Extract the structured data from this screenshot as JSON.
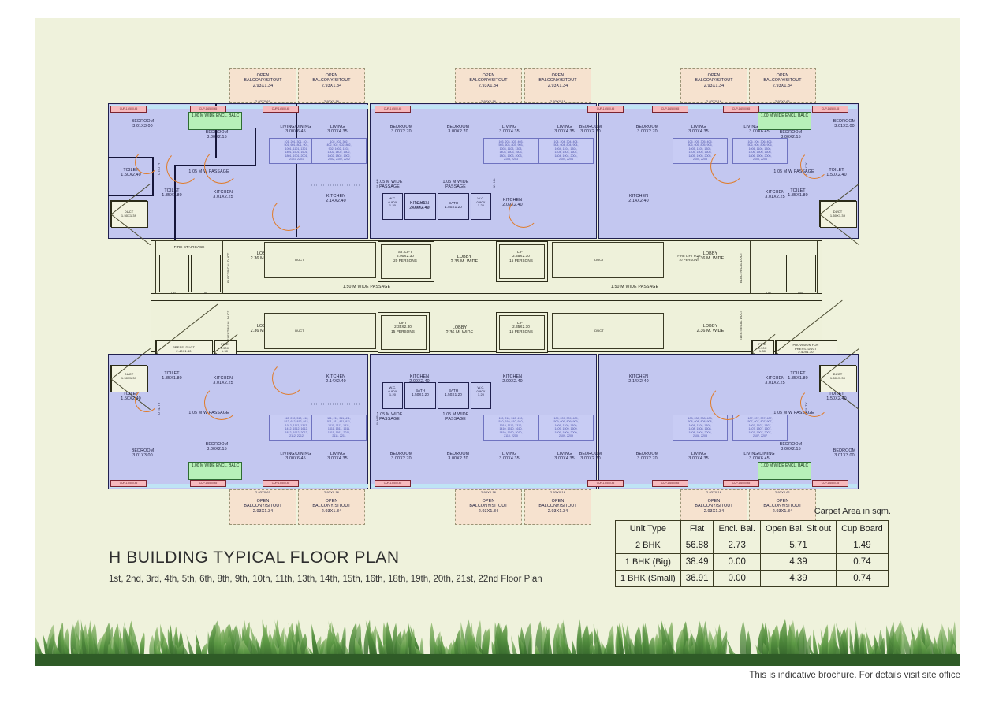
{
  "title": "H BUILDING TYPICAL FLOOR PLAN",
  "subtitle": "1st, 2nd, 3rd, 4th, 5th, 6th, 8th, 9th, 10th, 11th, 13th, 14th, 15th, 16th,\n18th, 19th, 20th, 21st, 22nd Floor Plan",
  "footer_note": "This is indicative brochure. For details visit site office",
  "colors": {
    "page_background": "#eff2dc",
    "flat_fill": "#c3c7f0",
    "core_fill": "#eef1da",
    "balcony_fill": "#f6e2cf",
    "cupboard_badge": "#f7b9bd",
    "enclosed_balcony_badge": "#b7f0b8",
    "door_swing": "#e8832c",
    "wall": "#15153a",
    "grass": "#3e7a32"
  },
  "area_table": {
    "caption": "Carpet Area in sqm.",
    "headers": [
      "Unit Type",
      "Flat",
      "Encl. Bal.",
      "Open Bal. Sit out",
      "Cup Board"
    ],
    "rows": [
      [
        "2 BHK",
        "56.88",
        "2.73",
        "5.71",
        "1.49"
      ],
      [
        "1 BHK (Big)",
        "38.49",
        "0.00",
        "4.39",
        "0.74"
      ],
      [
        "1 BHK (Small)",
        "36.91",
        "0.00",
        "4.39",
        "0.74"
      ]
    ]
  },
  "plan": {
    "balconies_top": [
      {
        "label": "OPEN\nBALCONY/SITOUT\n2.93X1.34",
        "dim": "2.93X0.61"
      },
      {
        "label": "OPEN\nBALCONY/SITOUT\n2.93X1.34",
        "dim": "2.93X0.16"
      },
      {
        "label": "OPEN\nBALCONY/SITOUT\n2.93X1.34",
        "dim": "2.93X0.16"
      },
      {
        "label": "OPEN\nBALCONY/SITOUT\n2.93X1.34",
        "dim": "2.93X0.16"
      },
      {
        "label": "OPEN\nBALCONY/SITOUT\n2.93X1.34",
        "dim": "2.93X0.16"
      },
      {
        "label": "OPEN\nBALCONY/SITOUT\n2.93X1.34",
        "dim": "2.93X0.61"
      }
    ],
    "balconies_bottom": [
      {
        "label": "OPEN\nBALCONY/SITOUT\n2.93X1.34",
        "dim": "2.93X0.61"
      },
      {
        "label": "OPEN\nBALCONY/SITOUT\n2.93X1.34",
        "dim": "2.93X0.16"
      },
      {
        "label": "OPEN\nBALCONY/SITOUT\n2.93X1.34",
        "dim": "2.93X0.16"
      },
      {
        "label": "OPEN\nBALCONY/SITOUT\n2.93X1.34",
        "dim": "2.93X0.16"
      },
      {
        "label": "OPEN\nBALCONY/SITOUT\n2.93X1.34",
        "dim": "2.93X0.16"
      },
      {
        "label": "OPEN\nBALCONY/SITOUT\n2.93X1.34",
        "dim": "2.93X0.61"
      }
    ],
    "cupboard_label": "CUP-1.65X0.45",
    "enclosed_balcony_label": "1.00 M WIDE\nENCL. BALC",
    "passage_1_05": "1.05 M W PASSAGE",
    "passage_1_05_wide": "1.05 M WIDE\nPASSAGE",
    "passage_1_50": "1.50 M WIDE PASSAGE",
    "utility_label": "UTILITY",
    "electrical_duct_label": "ELECTRICAL DUCT",
    "wh_label": "W.H.B.",
    "duct_label": "DUCT",
    "rooms": {
      "bedroom_big": "BEDROOM\n3.01X3.00",
      "bedroom_small": "BEDROOM\n3.00X2.15",
      "bedroom_mid": "BEDROOM\n3.00X2.70",
      "living_dining": "LIVING/DINING\n3.00X6.45",
      "living": "LIVING\n3.00X4.35",
      "kitchen_a": "KITCHEN\n3.01X2.25",
      "kitchen_b": "KITCHEN\n2.14X2.40",
      "kitchen_c": "KITCHEN\n2.09X2.40",
      "toilet_big": "TOILET\n1.50X2.40",
      "toilet_small": "TOILET\n1.35X1.80",
      "bath": "BATH\n1.50X1.20",
      "wc": "W.C.\n0.90X\n1.20",
      "duct_small": "DUCT\n1.50X1.39"
    },
    "core": {
      "fire_staircase": "FIRE STAIRCASE",
      "up": "UP",
      "dn": "DN",
      "press_duct": "PRESS. DUCT\n2.40X1.30",
      "fire_lift_small": "FIRE\n0.90X\n1.30",
      "provision_press_duct": "PROVISION FOR\nPRESS. DUCT\n2.40X1.30",
      "st_lift": "ST. LIFT\n2.90X2.30\n20 PERSONS",
      "lift": "LIFT\n2.35X2.30\n15 PERSONS",
      "lobby_235": "LOBBY\n2.35 M. WIDE",
      "lobby_236": "LOBBY\n2.36 M. WIDE",
      "duct": "DUCT",
      "fire_lift_pcr": "FIRE LIFT FOR\n10 PERSONS"
    },
    "flat_numbers": {
      "tl_living_dining": "101, 201, 301, 401,\n501, 601, 801, 901,\n1001, 1101, 1301,\n1401, 1501, 1601,\n1801, 1901, 2001,\n2101, 2201",
      "tl_living": "102, 202, 302,\n402, 502, 602, 802,\n902, 1002, 1102,\n1302, 1402, 1502,\n1602, 1802, 1902,\n2002, 2102, 2202",
      "tc_living_a": "103, 203, 303, 403,\n503, 603, 803, 903,\n1003, 1103, 1303,\n1403, 1503, 1603,\n1803, 1903, 2003,\n2103, 2203",
      "tc_living_b": "104, 204, 304, 404,\n504, 604, 804, 904,\n1004, 1104, 1304,\n1404, 1504, 1604,\n1804, 1904, 2004,\n2104, 2204",
      "tr_living": "105, 205, 305, 405,\n505, 605, 805, 905,\n1005, 1105, 1305,\n1405, 1505, 1605,\n1805, 1905, 2005,\n2105, 2205",
      "tr_living_dining": "106, 206, 306, 406,\n506, 606, 806, 906,\n1006, 1106, 1306,\n1406, 1506, 1606,\n1806, 1906, 2006,\n2106, 2206",
      "bl_living_dining": "112, 212, 312, 412,\n512, 612, 812, 912,\n1012, 1112, 1312,\n1412, 1512, 1612,\n1812, 1912, 2012,\n2112, 2212",
      "bl_living": "111, 211, 311, 411,\n511, 611, 811, 911,\n1011, 1111, 1311,\n1411, 1511, 1611,\n1811, 1911, 2011,\n2111, 2211",
      "bc_living_a": "110, 210, 310, 410,\n510, 610, 810, 910,\n1010, 1110, 1310,\n1410, 1510, 1610,\n1810, 1910, 2010,\n2110, 2210",
      "bc_living_b": "109, 209, 309, 409,\n509, 609, 809, 909,\n1009, 1109, 1309,\n1409, 1509, 1609,\n1809, 1909, 2009,\n2109, 2209",
      "br_living": "108, 208, 308, 408,\n508, 608, 808, 908,\n1008, 1108, 1308,\n1408, 1508, 1608,\n1808, 1908, 2008,\n2108, 2208",
      "br_living_dining": "107, 207, 307, 407,\n507, 607, 807, 907,\n1007, 1107, 1307,\n1407, 1507, 1607,\n1807, 1907, 2007,\n2107, 2207"
    }
  }
}
